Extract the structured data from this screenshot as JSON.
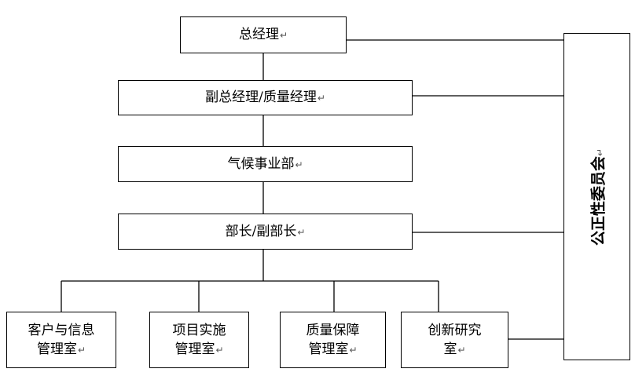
{
  "diagram": {
    "top": {
      "label": "总经理",
      "mark": "↵"
    },
    "deputy": {
      "label": "副总经理/质量经理",
      "mark": "↵"
    },
    "division": {
      "label": "气候事业部",
      "mark": "↵"
    },
    "head": {
      "label": "部长/副部长",
      "mark": "↵"
    },
    "offices": [
      {
        "line1": "客户与信息",
        "line2": "管理室",
        "mark": "↵"
      },
      {
        "line1": "项目实施",
        "line2": "管理室",
        "mark": "↵"
      },
      {
        "line1": "质量保障",
        "line2": "管理室",
        "mark": "↵"
      },
      {
        "line1": "创新研究",
        "line2": "室",
        "mark": "↵"
      }
    ],
    "committee": {
      "label": "公正性委员会",
      "mark": "↵"
    }
  }
}
